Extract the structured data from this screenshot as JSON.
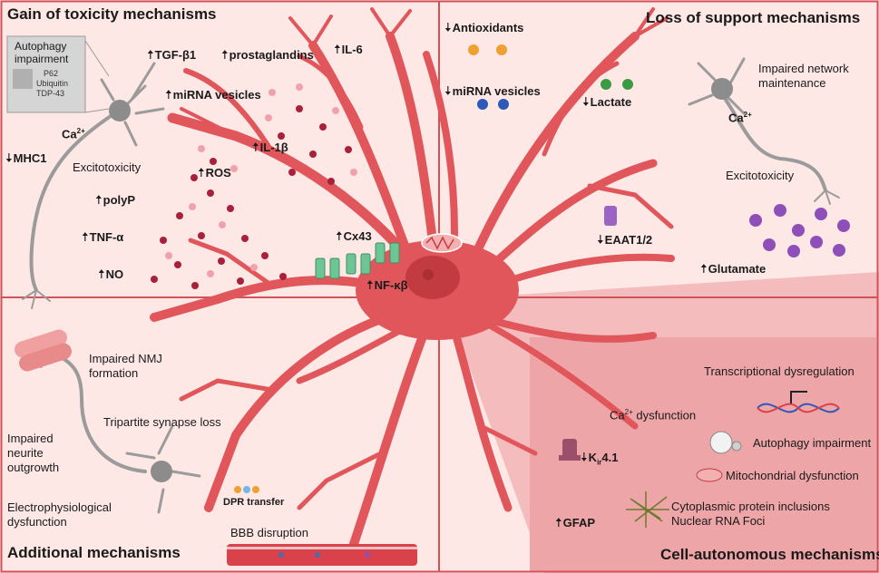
{
  "colors": {
    "panel_bg": "#fde8e6",
    "border": "#d2525a",
    "astrocyte": "#e0565a",
    "nucleus": "#c23b40",
    "neuron": "#9b9b9b",
    "dark_vesicle": "#a9203a",
    "light_vesicle": "#efa2ae",
    "orange": "#f0a030",
    "blue": "#2c5ab8",
    "green": "#3a9b44",
    "purple": "#8e4fb8",
    "channel": "#6ec594"
  },
  "quadrants": {
    "gain": "Gain of toxicity mechanisms",
    "loss": "Loss of support mechanisms",
    "additional": "Additional mechanisms",
    "cell_autonomous": "Cell-autonomous mechanisms"
  },
  "gain_labels": {
    "autophagy_title_1": "Autophagy",
    "autophagy_title_2": "impairment",
    "p62": "P62",
    "ubiquitin": "Ubiquitin",
    "tdp43": "TDP-43",
    "ca": "Ca",
    "ca_sup": "2+",
    "mhc1": "MHC1",
    "excitotoxicity": "Excitotoxicity",
    "polyp": "polyP",
    "tnfa": "TNF-α",
    "no": "NO",
    "tgfb1": "TGF-β1",
    "prostaglandins": "prostaglandins",
    "il6": "IL-6",
    "mirna_vesicles": "miRNA vesicles",
    "il1b": "IL-1β",
    "ros": "ROS",
    "cx43": "Cx43",
    "nfkb": "NF-κβ"
  },
  "loss_labels": {
    "antioxidants": "Antioxidants",
    "mirna_vesicles": "miRNA vesicles",
    "lactate": "Lactate",
    "impaired_1": "Impaired network",
    "impaired_2": "maintenance",
    "ca": "Ca",
    "ca_sup": "2+",
    "excitotoxicity": "Excitotoxicity",
    "eaat": "EAAT1/2",
    "glutamate": "Glutamate"
  },
  "additional_labels": {
    "nmj_1": "Impaired NMJ",
    "nmj_2": "formation",
    "tripartite": "Tripartite synapse loss",
    "neurite_1": "Impaired",
    "neurite_2": "neurite",
    "neurite_3": "outgrowth",
    "electro_1": "Electrophysiological",
    "electro_2": "dysfunction",
    "dpr": "DPR transfer",
    "bbb": "BBB disruption"
  },
  "cell_labels": {
    "transcriptional": "Transcriptional dysregulation",
    "ca": "Ca",
    "ca_sup": "2+",
    "ca_rest": " dysfunction",
    "autophagy": "Autophagy impairment",
    "kir_main": "K",
    "kir_sub": "ir",
    "kir_rest": "4.1",
    "mito": "Mitochondrial dysfunction",
    "cyto": "Cytoplasmic protein inclusions",
    "rna": "Nuclear RNA Foci",
    "gfap": "GFAP"
  },
  "arrows": {
    "up": "🠅",
    "down": "🠇"
  }
}
